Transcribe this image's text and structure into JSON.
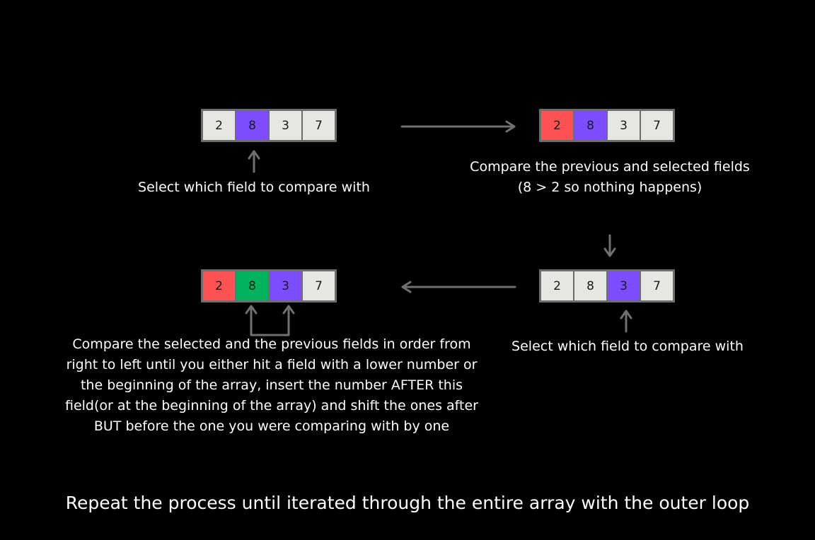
{
  "colors": {
    "default": "#e6e6e3",
    "selected": "#7c4dff",
    "previous": "#ff5252",
    "inserted": "#00b35c",
    "arrow": "#707070",
    "border": "#6e6e6e"
  },
  "steps": [
    {
      "cells": [
        {
          "value": "2",
          "state": "default"
        },
        {
          "value": "8",
          "state": "selected"
        },
        {
          "value": "3",
          "state": "default"
        },
        {
          "value": "7",
          "state": "default"
        }
      ],
      "caption": [
        "Select which field to compare with"
      ]
    },
    {
      "cells": [
        {
          "value": "2",
          "state": "previous"
        },
        {
          "value": "8",
          "state": "selected"
        },
        {
          "value": "3",
          "state": "default"
        },
        {
          "value": "7",
          "state": "default"
        }
      ],
      "caption": [
        "Compare the previous and selected fields",
        "(8 > 2 so nothing happens)"
      ]
    },
    {
      "cells": [
        {
          "value": "2",
          "state": "default"
        },
        {
          "value": "8",
          "state": "default"
        },
        {
          "value": "3",
          "state": "selected"
        },
        {
          "value": "7",
          "state": "default"
        }
      ],
      "caption": [
        "Select which field to compare with"
      ]
    },
    {
      "cells": [
        {
          "value": "2",
          "state": "previous"
        },
        {
          "value": "8",
          "state": "inserted"
        },
        {
          "value": "3",
          "state": "selected"
        },
        {
          "value": "7",
          "state": "default"
        }
      ],
      "caption": [
        "Compare the selected and the previous fields in order from",
        "right to left until you either hit a field with a lower number or",
        "the beginning of the array, insert the number AFTER this",
        "field(or at the beginning of the array) and shift the ones after",
        "BUT before the one you were comparing with by one"
      ]
    }
  ],
  "footer": "Repeat the process until iterated through the entire array with the outer loop"
}
